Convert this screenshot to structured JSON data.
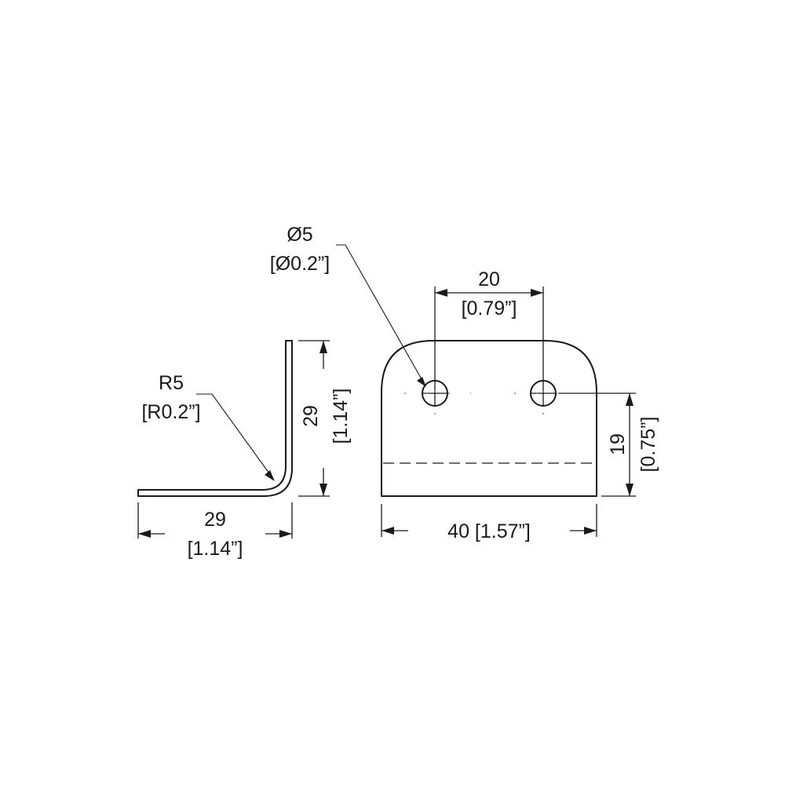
{
  "side_view": {
    "radius_label": "R5",
    "radius_label_in": "[R0.2”]",
    "height_label": "29",
    "height_label_in": "[1.14”]",
    "width_label": "29",
    "width_label_in": "[1.14”]"
  },
  "front_view": {
    "hole_label": "Ø5",
    "hole_label_in": "[Ø0.2”]",
    "hole_spacing_label": "20",
    "hole_spacing_label_in": "[0.79”]",
    "hole_height_label": "19",
    "hole_height_label_in": "[0.75”]",
    "overall_width_label": "40 [1.57”]"
  },
  "colors": {
    "line": "#1a1a1a",
    "background": "#ffffff"
  }
}
